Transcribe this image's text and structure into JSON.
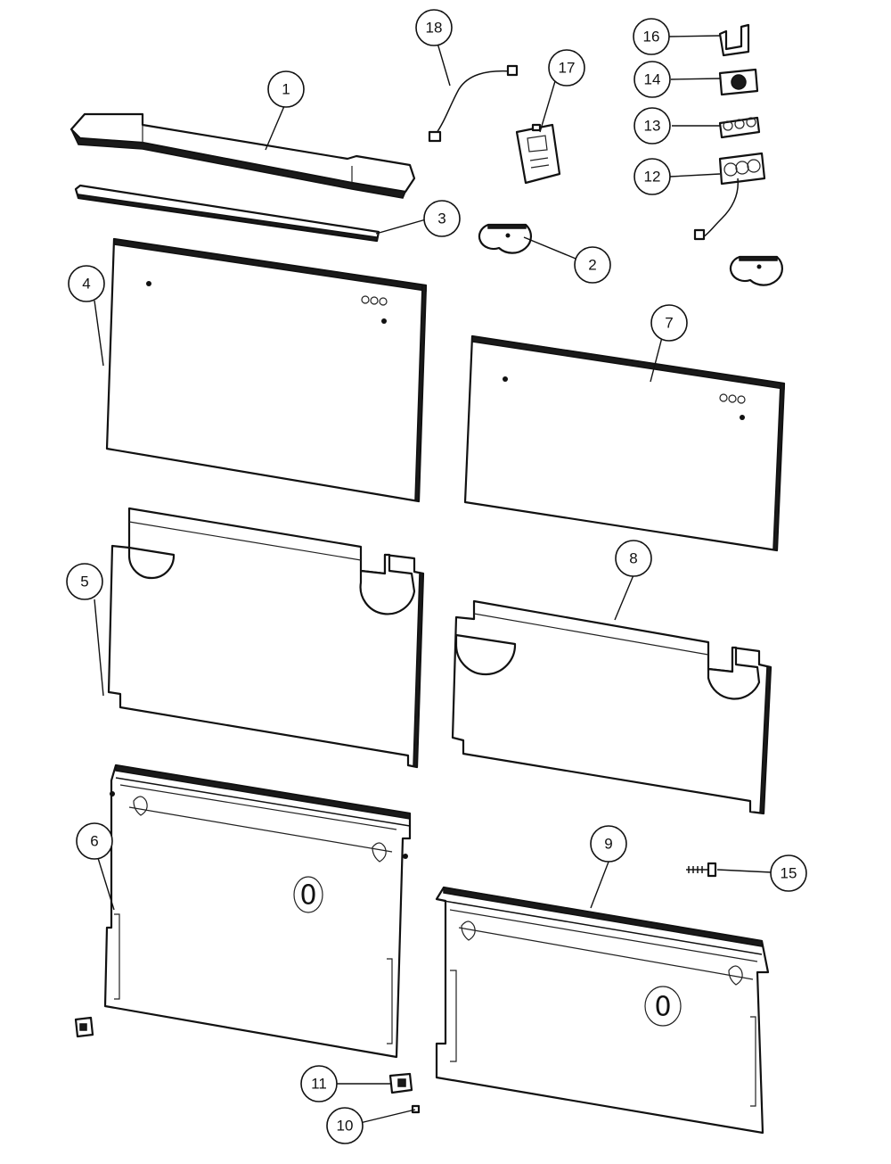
{
  "callouts": [
    {
      "id": "1",
      "label": "1"
    },
    {
      "id": "2",
      "label": "2"
    },
    {
      "id": "3",
      "label": "3"
    },
    {
      "id": "4",
      "label": "4"
    },
    {
      "id": "5",
      "label": "5"
    },
    {
      "id": "6",
      "label": "6"
    },
    {
      "id": "7",
      "label": "7"
    },
    {
      "id": "8",
      "label": "8"
    },
    {
      "id": "9",
      "label": "9"
    },
    {
      "id": "10",
      "label": "10"
    },
    {
      "id": "11",
      "label": "11"
    },
    {
      "id": "12",
      "label": "12"
    },
    {
      "id": "13",
      "label": "13"
    },
    {
      "id": "14",
      "label": "14"
    },
    {
      "id": "15",
      "label": "15"
    },
    {
      "id": "16",
      "label": "16"
    },
    {
      "id": "17",
      "label": "17"
    },
    {
      "id": "18",
      "label": "18"
    }
  ],
  "marks": {
    "power_symbol_left": "0",
    "power_symbol_right": "0"
  },
  "style": {
    "line_color": "#111111",
    "background": "#ffffff"
  }
}
